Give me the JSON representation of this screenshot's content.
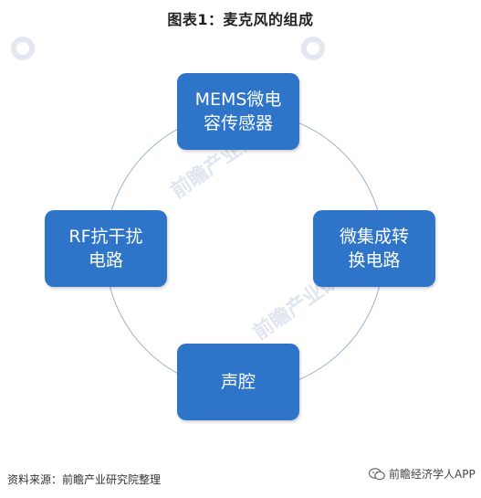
{
  "title": "图表1：麦克风的组成",
  "nodes": {
    "top": "MEMS微电\n容传感器",
    "right": "微集成转\n换电路",
    "bottom": "声腔",
    "left": "RF抗干扰\n电路"
  },
  "watermark": "前瞻产业研究院",
  "source": "资料来源：前瞻产业研究院整理",
  "wechat_label": "前瞻经济学人APP",
  "colors": {
    "node_fill": "#2e75c9",
    "ring": "#9bb0cc"
  }
}
